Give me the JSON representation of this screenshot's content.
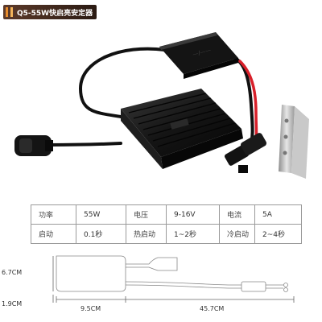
{
  "title": "Q5-55W快启亮安定器",
  "specs": [
    [
      {
        "label": "功率",
        "value": "55W"
      },
      {
        "label": "电压",
        "value": "9-16V"
      },
      {
        "label": "电流",
        "value": "5A"
      }
    ],
    [
      {
        "label": "启动",
        "value": "0.1秒"
      },
      {
        "label": "热启动",
        "value": "1~2秒"
      },
      {
        "label": "冷启动",
        "value": "2~4秒"
      }
    ]
  ],
  "dimensions": {
    "height": "6.7CM",
    "thickness": "1.9CM",
    "width": "9.5CM",
    "cable_length": "45.7CM"
  },
  "colors": {
    "badge": "#3a2418",
    "accent": "#e88b2a",
    "device": "#1a1a1a",
    "red_wire": "#d8202a"
  }
}
